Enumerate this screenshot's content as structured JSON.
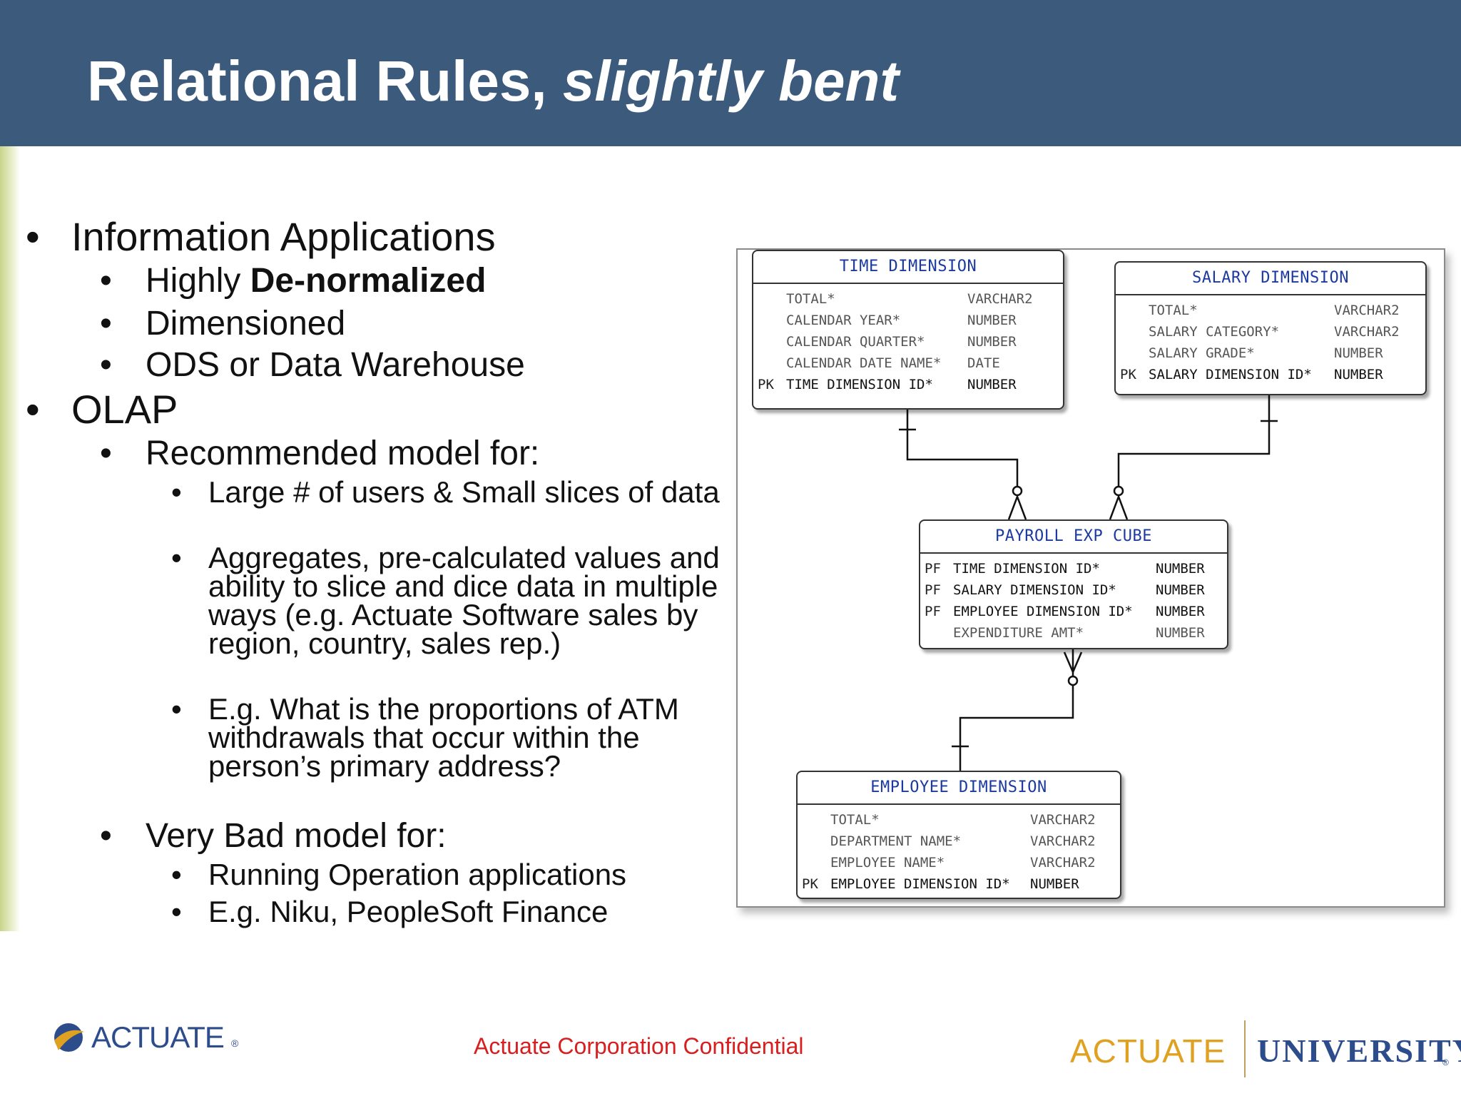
{
  "slide": {
    "title_main": "Relational Rules, ",
    "title_em": "slightly bent"
  },
  "bullets": [
    {
      "level": 1,
      "text": "Information Applications"
    },
    {
      "level": 2,
      "prefix": "Highly ",
      "bold": "De-normalized"
    },
    {
      "level": 2,
      "text": "Dimensioned"
    },
    {
      "level": 2,
      "text": "ODS or Data Warehouse"
    },
    {
      "level": 1,
      "text": "OLAP"
    },
    {
      "level": 2,
      "text": "Recommended model for:"
    },
    {
      "level": 3,
      "text": "Large # of users & Small slices of data"
    },
    {
      "level": 3,
      "text": "Aggregates, pre-calculated values and ability to slice and dice data in multiple ways (e.g. Actuate Software sales by region, country, sales rep.)"
    },
    {
      "level": 3,
      "text": "E.g. What is the proportions of ATM withdrawals that occur within the person’s primary address?"
    },
    {
      "level": 2,
      "text": "Very Bad model for:"
    },
    {
      "level": 3,
      "text": "Running Operation applications"
    },
    {
      "level": 3,
      "text": "E.g. Niku, PeopleSoft Finance"
    }
  ],
  "diagram": {
    "entities": {
      "time": {
        "name": "TIME DIMENSION",
        "rows": [
          {
            "key": "",
            "col": "TOTAL*",
            "type": "VARCHAR2"
          },
          {
            "key": "",
            "col": "CALENDAR YEAR*",
            "type": "NUMBER"
          },
          {
            "key": "",
            "col": "CALENDAR QUARTER*",
            "type": "NUMBER"
          },
          {
            "key": "",
            "col": "CALENDAR DATE NAME*",
            "type": "DATE"
          },
          {
            "key": "PK",
            "col": "TIME DIMENSION ID*",
            "type": "NUMBER"
          }
        ]
      },
      "salary": {
        "name": "SALARY DIMENSION",
        "rows": [
          {
            "key": "",
            "col": "TOTAL*",
            "type": "VARCHAR2"
          },
          {
            "key": "",
            "col": "SALARY CATEGORY*",
            "type": "VARCHAR2"
          },
          {
            "key": "",
            "col": "SALARY GRADE*",
            "type": "NUMBER"
          },
          {
            "key": "PK",
            "col": "SALARY DIMENSION ID*",
            "type": "NUMBER"
          }
        ]
      },
      "payroll": {
        "name": "PAYROLL EXP CUBE",
        "rows": [
          {
            "key": "PF",
            "col": "TIME DIMENSION ID*",
            "type": "NUMBER"
          },
          {
            "key": "PF",
            "col": "SALARY DIMENSION ID*",
            "type": "NUMBER"
          },
          {
            "key": "PF",
            "col": "EMPLOYEE DIMENSION ID*",
            "type": "NUMBER"
          },
          {
            "key": "",
            "col": "EXPENDITURE AMT*",
            "type": "NUMBER"
          }
        ]
      },
      "employee": {
        "name": "EMPLOYEE DIMENSION",
        "rows": [
          {
            "key": "",
            "col": "TOTAL*",
            "type": "VARCHAR2"
          },
          {
            "key": "",
            "col": "DEPARTMENT NAME*",
            "type": "VARCHAR2"
          },
          {
            "key": "",
            "col": "EMPLOYEE NAME*",
            "type": "VARCHAR2"
          },
          {
            "key": "PK",
            "col": "EMPLOYEE DIMENSION ID*",
            "type": "NUMBER"
          }
        ]
      }
    }
  },
  "footer": {
    "actuate_logo": "ACTUATE",
    "confidential": "Actuate Corporation Confidential",
    "au_left": "ACTUATE",
    "au_right": "UNIVERSITY",
    "reg_mark": "®"
  },
  "colors": {
    "header_bg": "#3c5a7c",
    "entity_title": "#1a3aa0",
    "confidential": "#d81e1e",
    "accent_gold": "#e0a020",
    "accent_blue": "#2c4c8c"
  }
}
